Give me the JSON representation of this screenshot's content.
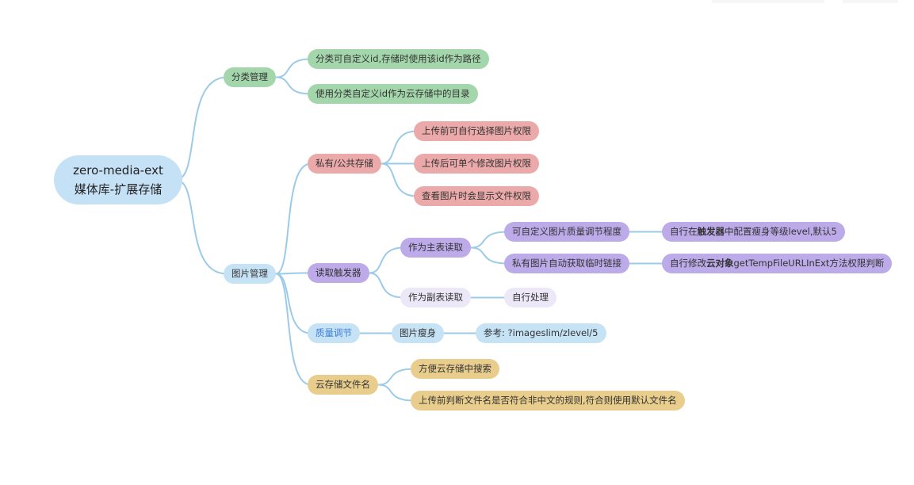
{
  "root": {
    "line1": "zero-media-ext",
    "line2": "媒体库-扩展存储"
  },
  "category": {
    "label": "分类管理",
    "children": [
      "分类可自定义id,存储时使用该id作为路径",
      "使用分类自定义id作为云存储中的目录"
    ]
  },
  "image": {
    "label": "图片管理",
    "storage": {
      "label": "私有/公共存储",
      "children": [
        "上传前可自行选择图片权限",
        "上传后可单个修改图片权限",
        "查看图片时会显示文件权限"
      ]
    },
    "trigger": {
      "label": "读取触发器",
      "main": {
        "label": "作为主表读取",
        "quality": {
          "label": "可自定义图片质量调节程度",
          "detail_pre": "自行在",
          "detail_bold": "触发器",
          "detail_post": "中配置瘦身等级level,默认5"
        },
        "temp": {
          "label": "私有图片自动获取临时链接",
          "detail_pre": "自行修改",
          "detail_bold": "云对象",
          "detail_post": "getTempFileURLInExt方法权限判断"
        }
      },
      "sub": {
        "label": "作为副表读取",
        "child": "自行处理"
      }
    },
    "quality": {
      "label": "质量调节",
      "slim": "图片瘦身",
      "ref": "参考: ?imageslim/zlevel/5"
    },
    "filename": {
      "label": "云存储文件名",
      "children": [
        "方便云存储中搜索",
        "上传前判断文件名是否符合非中文的规则,符合则使用默认文件名"
      ]
    }
  },
  "colors": {
    "line": "#9ccbe8",
    "green": "#a3d6ab",
    "red": "#eba9a9",
    "purple": "#bcaae9",
    "lavender": "#ece8f8",
    "blue": "#c6e2f5",
    "yellow": "#e8cd8c"
  }
}
